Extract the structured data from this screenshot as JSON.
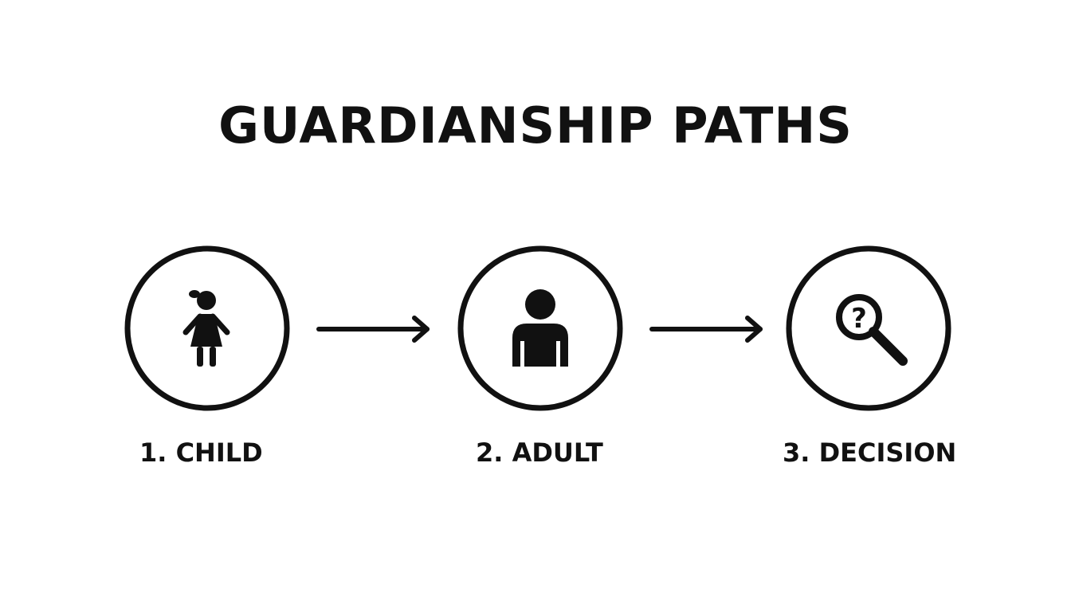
{
  "title": "GUARDIANSHIP PATHS",
  "steps": [
    {
      "label": "1. CHILD",
      "icon": "child-girl-icon"
    },
    {
      "label": "2. ADULT",
      "icon": "adult-person-icon"
    },
    {
      "label": "3. DECISION",
      "icon": "magnifier-question-icon",
      "icon_text": "?"
    }
  ],
  "colors": {
    "ink": "#111111",
    "background": "#ffffff"
  }
}
